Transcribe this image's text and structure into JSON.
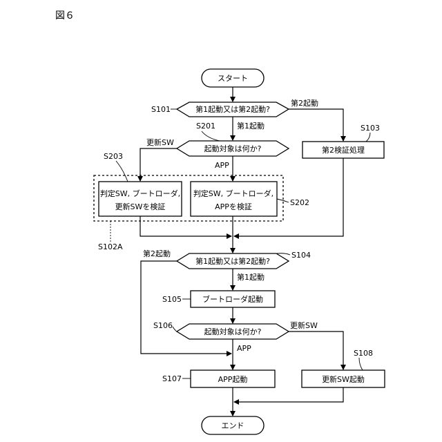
{
  "figure_label": "図６",
  "terminals": {
    "start": "スタート",
    "end": "エンド"
  },
  "decisions": {
    "first_check": "第1起動又は第2起動?",
    "boot_target_1": "起動対象は何か?",
    "second_check": "第1起動又は第2起動?",
    "boot_target_2": "起動対象は何か?"
  },
  "processes": {
    "verify_second": "第2検証処理",
    "verify_updater_line1": "判定SW, ブートローダ,",
    "verify_updater_line2": "更新SWを検証",
    "verify_app_line1": "判定SW, ブートローダ,",
    "verify_app_line2": "APPを検証",
    "boot_bootloader": "ブートローダ起動",
    "boot_app": "APP起動",
    "boot_updater": "更新SW起動"
  },
  "branch_labels": {
    "second_boot_a": "第2起動",
    "first_boot_a": "第1起動",
    "update_sw_a": "更新SW",
    "app_a": "APP",
    "second_boot_b": "第2起動",
    "first_boot_b": "第1起動",
    "update_sw_b": "更新SW",
    "app_b": "APP"
  },
  "step_refs": {
    "s101": "S101",
    "s201": "S201",
    "s103": "S103",
    "s203": "S203",
    "s202": "S202",
    "s102a": "S102A",
    "s104": "S104",
    "s105": "S105",
    "s106": "S106",
    "s107": "S107",
    "s108": "S108"
  }
}
